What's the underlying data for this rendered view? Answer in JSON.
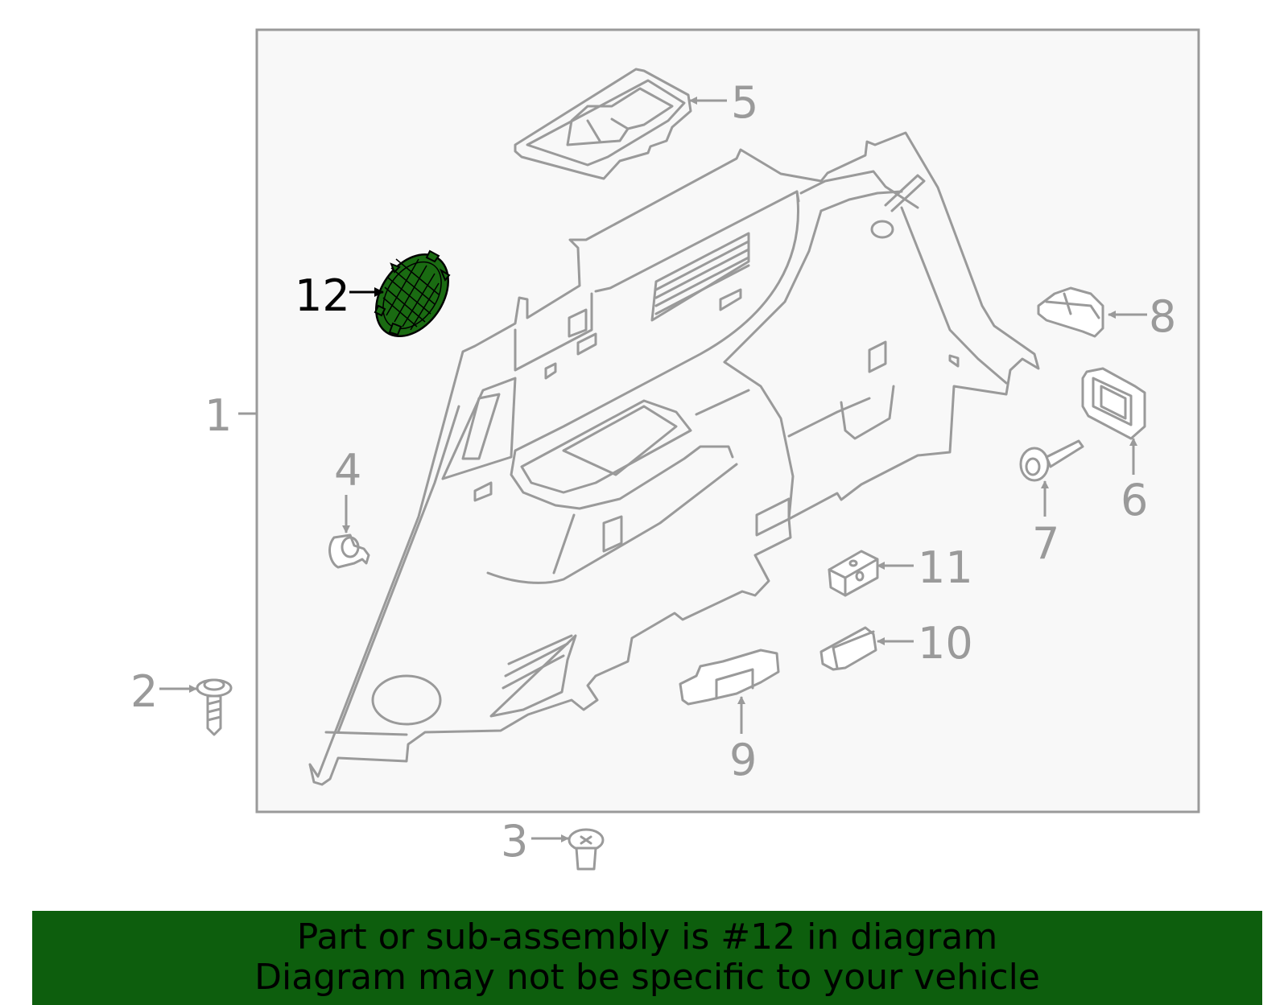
{
  "diagram": {
    "callouts": [
      {
        "id": "1",
        "label": "1"
      },
      {
        "id": "2",
        "label": "2"
      },
      {
        "id": "3",
        "label": "3"
      },
      {
        "id": "4",
        "label": "4"
      },
      {
        "id": "5",
        "label": "5"
      },
      {
        "id": "6",
        "label": "6"
      },
      {
        "id": "7",
        "label": "7"
      },
      {
        "id": "8",
        "label": "8"
      },
      {
        "id": "9",
        "label": "9"
      },
      {
        "id": "10",
        "label": "10"
      },
      {
        "id": "11",
        "label": "11"
      },
      {
        "id": "12",
        "label": "12",
        "highlighted": true
      }
    ],
    "highlight_color": "#1a6b12",
    "line_color": "#9a9a9a"
  },
  "banner": {
    "line1": "Part or sub-assembly is #12 in diagram",
    "line2": "Diagram may not be specific to your vehicle",
    "background": "#0d5e0d"
  }
}
